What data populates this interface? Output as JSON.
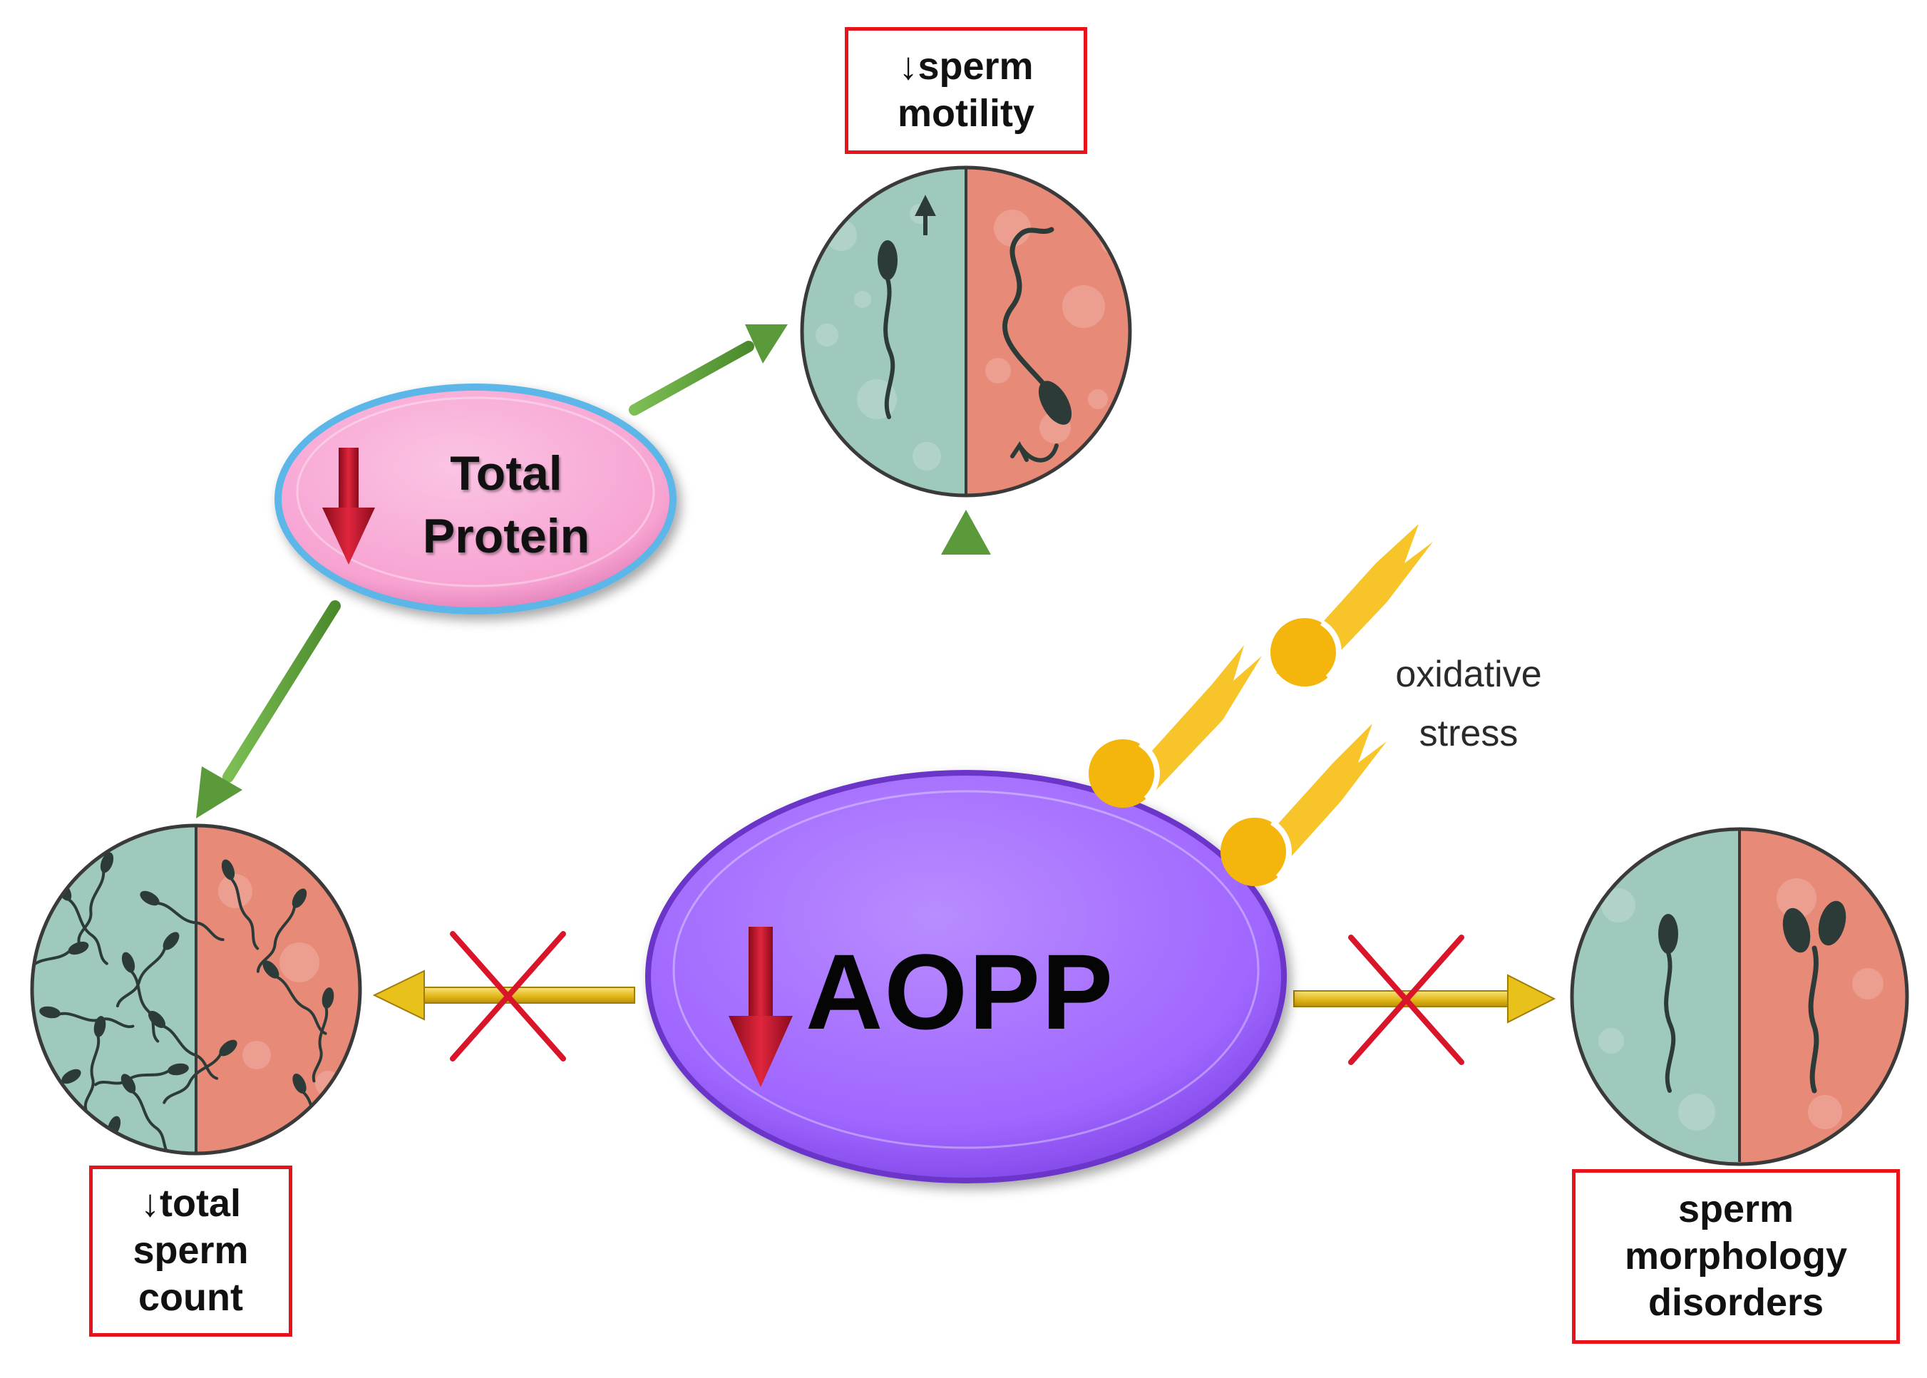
{
  "labels": {
    "motility": [
      "↓sperm",
      "motility"
    ],
    "count": [
      "↓total",
      "sperm",
      "count"
    ],
    "morphology": [
      "sperm",
      "morphology",
      "disorders"
    ]
  },
  "nodes": {
    "protein": [
      "Total",
      "Protein"
    ],
    "aopp": "AOPP",
    "oxidative": [
      "oxidative",
      "stress"
    ]
  },
  "colors": {
    "label_border": "#e8141c",
    "protein_fill": "#f7a3d2",
    "aopp_fill": "#a56cff",
    "down_arrow": "#c8102e",
    "green_arrow": "#5a9a3a",
    "gold_arrow": "#e8c21a",
    "blocked_cross": "#d9152a",
    "cell_normal": "#9fc9bd",
    "cell_affected": "#e88a78",
    "meteor": "#f6be12"
  }
}
